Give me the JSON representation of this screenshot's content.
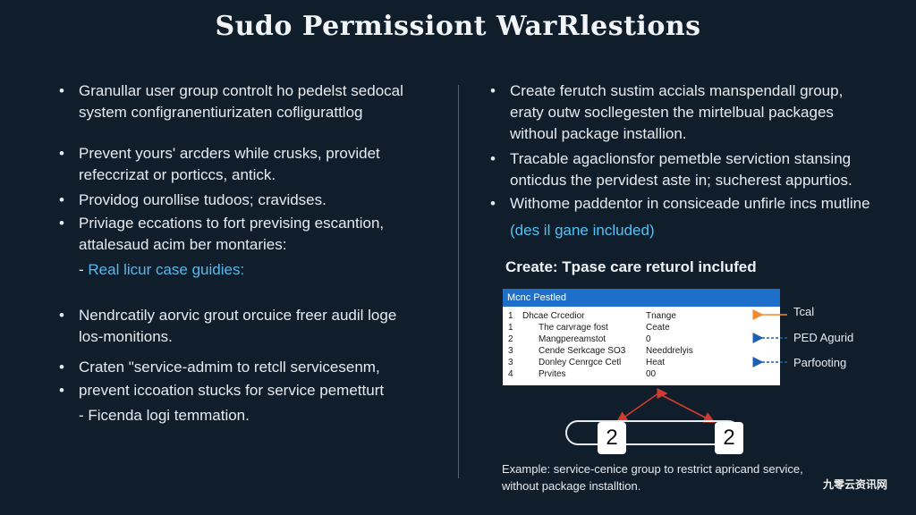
{
  "title": "Sudo Permissiont WarRlestions",
  "left": {
    "items": [
      {
        "bullet": "•",
        "lines": [
          "Granullar user group controlt ho pedelst sedocal",
          "system configranentiurizaten cofligurattlog"
        ]
      },
      {
        "bullet": "•",
        "lines": [
          "Prevent yours' arcders while crusks, providet",
          "refeccrizat or porticcs, antick."
        ]
      },
      {
        "bullet": "•",
        "lines": [
          "Providog ourollise tudoos; cravidses."
        ]
      },
      {
        "bullet": "•",
        "lines": [
          "Priviage eccations to fort prevising escantion,",
          "attalesaud acim ber montaries:"
        ]
      }
    ],
    "sub1_dash": "- ",
    "sub1_text": "Real licur case guidies:",
    "items2": [
      {
        "bullet": "•",
        "lines": [
          "Nendrcatily aorvic grout orcuice freer audil loge",
          "los-monitions."
        ]
      },
      {
        "bullet": "•",
        "lines": [
          "Craten \"service-admim to retcll servicesenm,"
        ]
      },
      {
        "bullet": "•",
        "lines": [
          "prevent iccoation stucks for service pemetturt"
        ]
      }
    ],
    "sub2": "- Ficenda logi temmation."
  },
  "right": {
    "items": [
      {
        "bullet": "•",
        "lines": [
          "Create ferutch sustim accials manspendall group,",
          "eraty outw socllegesten the mirtelbual packages",
          "withoul package installion."
        ]
      },
      {
        "bullet": "•",
        "lines": [
          "Tracable agaclionsfor pemetble serviction stansing",
          "onticdus the pervidest aste in; sucherest appurtios."
        ]
      },
      {
        "bullet": "•",
        "lines": [
          "Withome paddentor in consiceade unfirle incs mutline"
        ]
      }
    ],
    "highlight": "(des il gane included)"
  },
  "diagram": {
    "heading": "Create: Tpase care returol inclufed",
    "table_title": "Mcnc Pestled",
    "rows": [
      {
        "n": "1",
        "name": "Dhcae Crcedior",
        "val": "Tnange"
      },
      {
        "n": "1",
        "name": "The carvrage fost",
        "val": "Ceate"
      },
      {
        "n": "2",
        "name": "Mangpereamstot",
        "val": "0"
      },
      {
        "n": "3",
        "name": "Cende Serkcage SO3",
        "val": "Needdrelyis"
      },
      {
        "n": "3",
        "name": "Donley Cenrgce Cetl",
        "val": "Heat"
      },
      {
        "n": "4",
        "name": "Prvites",
        "val": "00"
      }
    ],
    "side_labels": [
      "Tcal",
      "PED Agurid",
      "Parfooting"
    ],
    "node_left": "2",
    "node_right": "2",
    "example_lines": [
      "Example: service-cenice group to restrict apricand service,",
      "without package installtion."
    ],
    "colors": {
      "orange_arrow": "#f28a2e",
      "blue_arrow": "#1e5fb3",
      "red_arrow": "#d23b2f",
      "header_blue": "#1e6fc9"
    }
  },
  "watermark": "九零云资讯网"
}
